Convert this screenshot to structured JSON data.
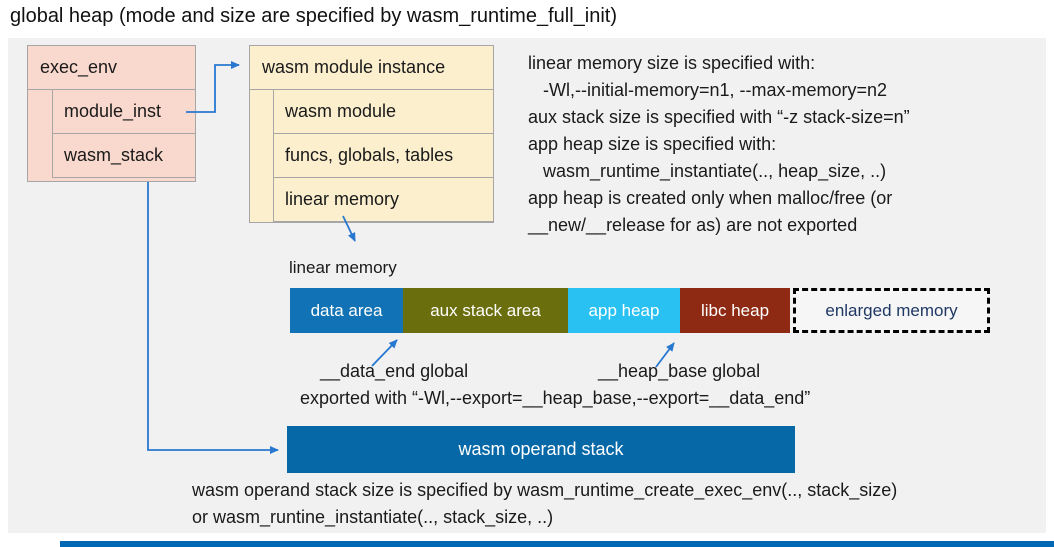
{
  "title": "global heap (mode and size are specified by wasm_runtime_full_init)",
  "exec_env_table": {
    "header": "exec_env",
    "rows": [
      "module_inst",
      "wasm_stack"
    ]
  },
  "module_instance_table": {
    "header": "wasm module instance",
    "rows": [
      "wasm module",
      "funcs, globals, tables",
      "linear memory"
    ]
  },
  "notes_right": {
    "lines": [
      "linear memory size is specified with:",
      "-Wl,--initial-memory=n1, --max-memory=n2",
      "aux stack size is specified with “-z stack-size=n”",
      "app heap size is specified with:",
      "wasm_runtime_instantiate(.., heap_size, ..)",
      "app heap is created only when malloc/free (or",
      "__new/__release for as) are not exported"
    ]
  },
  "linear_memory": {
    "label": "linear memory",
    "segments": [
      {
        "label": "data area",
        "color": "#1172b5",
        "text_color": "#ffffff"
      },
      {
        "label": "aux stack area",
        "color": "#6a6e0c",
        "text_color": "#ffffff"
      },
      {
        "label": "app heap",
        "color": "#29c1f2",
        "text_color": "#ffffff"
      },
      {
        "label": "libc heap",
        "color": "#8e2a13",
        "text_color": "#ffffff"
      },
      {
        "label": "enlarged memory",
        "color": "#f6f6f6",
        "text_color": "#1f3864",
        "dashed": true
      }
    ]
  },
  "annotations": {
    "data_end": "__data_end global",
    "heap_base": "__heap_base global",
    "export_line": "exported with “-Wl,--export=__heap_base,--export=__data_end”"
  },
  "operand_stack": {
    "label": "wasm operand stack",
    "color": "#0768a8"
  },
  "footer_note": {
    "lines": [
      "wasm operand stack size is specified by wasm_runtime_create_exec_env(.., stack_size)",
      "or wasm_runtine_instantiate(.., stack_size, ..)"
    ]
  },
  "colors": {
    "panel_background": "#f1f1f1",
    "exec_env_fill": "#f9d9cd",
    "module_instance_fill": "#fbefce",
    "box_border": "#a6a6a6",
    "arrow_blue": "#2878d0",
    "bottom_bar": "#0068b5",
    "enlarged_memory_text": "#1f3864"
  }
}
